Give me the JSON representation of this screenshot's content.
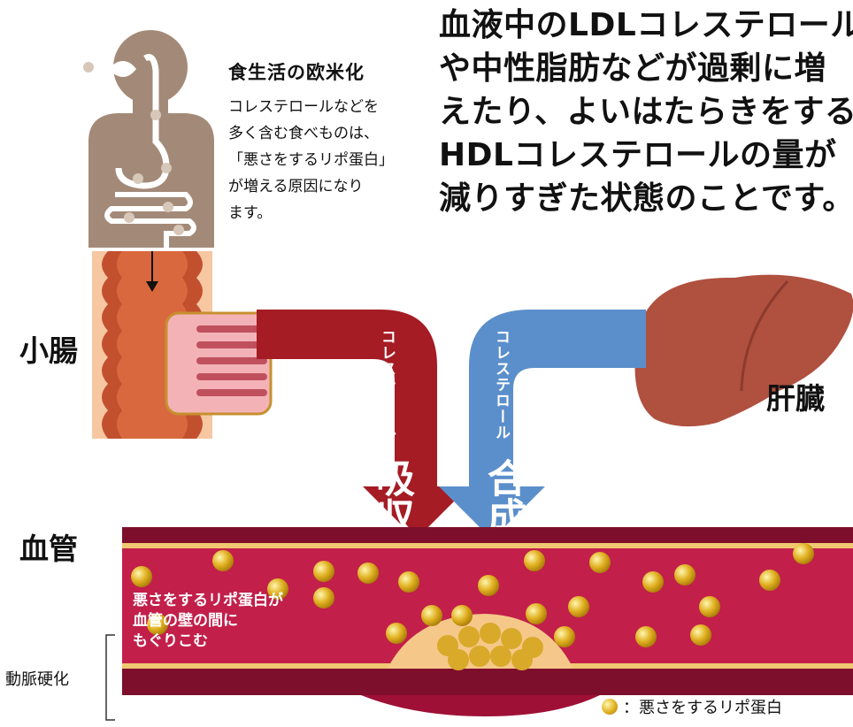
{
  "headline": {
    "lines": [
      "血液中のLDLコレステロール",
      "や中性脂肪などが過剰に増",
      "えたり、よいはたらきをする",
      "HDLコレステロールの量が",
      "減りすぎた状態のことです。"
    ]
  },
  "diet": {
    "title": "食生活の欧米化",
    "body": [
      "コレステロールなどを",
      "多く含む食べものは、",
      "「悪さをするリポ蛋白」",
      "が増える原因になり",
      "ます。"
    ]
  },
  "labels": {
    "small_intestine": "小腸",
    "liver": "肝臓",
    "blood_vessel": "血管",
    "arteriosclerosis": "動脈硬化"
  },
  "arrows": {
    "absorb_small": "コレステロール",
    "absorb_big": "吸収",
    "synth_small": "コレステロール",
    "synth_big": "合成"
  },
  "vessel_note": [
    "悪さをするリポ蛋白が",
    "血管の壁の間に",
    "もぐりこむ"
  ],
  "legend": {
    "text": "：悪さをするリポ蛋白"
  },
  "colors": {
    "absorb_arrow": "#a51c24",
    "synth_arrow": "#5b8fcb",
    "vessel": "#a3173a",
    "lipoprotein": "#d9a92a",
    "body_silhouette": "#a38a78",
    "liver": "#b0503f"
  }
}
